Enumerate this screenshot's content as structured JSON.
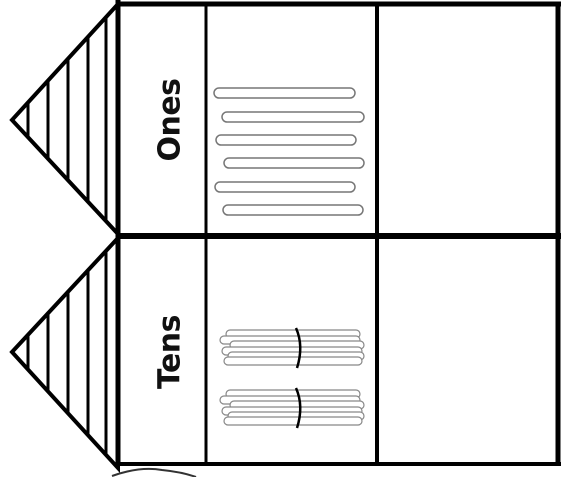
{
  "place_value_chart": {
    "rows": [
      {
        "label": "Ones",
        "sticks": 6
      },
      {
        "label": "Tens",
        "bundles": 2
      }
    ]
  }
}
